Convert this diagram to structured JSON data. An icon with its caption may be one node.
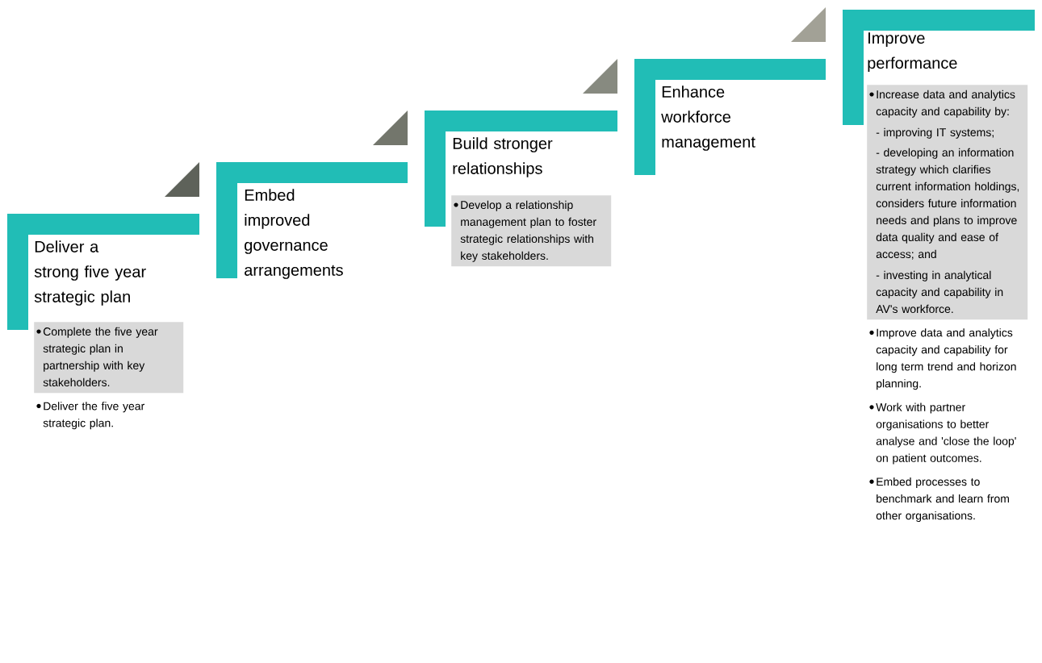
{
  "diagram": {
    "nodes": [
      {
        "text": [
          "Deliver a strong five year strategic plan"
        ]
      },
      {
        "text": [
          "Complete the five year strategic plan in partnership with key stakeholders."
        ]
      },
      {
        "text": [
          "Embed improved governance arrangements"
        ]
      },
      {
        "text": [
          "Build stronger relationships"
        ]
      },
      {
        "text": [
          "Develop a relationship management plan to foster strategic relationships with key stakeholders."
        ]
      },
      {
        "text": [
          "Enhance workforce management"
        ]
      },
      {
        "text": [
          "Improve performance"
        ]
      },
      {
        "text": [
          "Increase data and analytics capacity and capability by:",
          "- improving IT systems;",
          "- developing an information strategy which clarifies current information holdings, considers  future information needs and plans to improve data quality and ease of access; and",
          "- investing in analytical capacity and capability in AV's workforce."
        ]
      }
    ],
    "labels": [
      "Deliver the five year strategic plan.",
      "Improve data and analytics capacity and capability for long term trend and horizon planning.",
      "Work with partner organisations to better analyse and 'close the loop' on patient outcomes.",
      "Embed processes to benchmark and learn from other organisations."
    ]
  }
}
